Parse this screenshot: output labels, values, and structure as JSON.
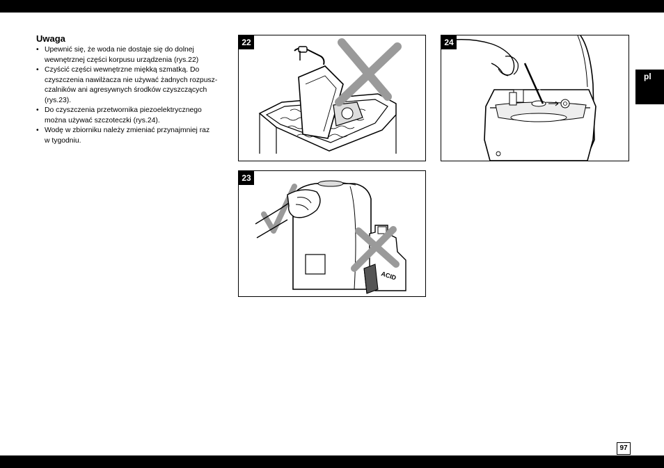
{
  "notes": {
    "heading": "Uwaga",
    "items": [
      {
        "lines": [
          "Upewnić się, że woda nie dostaje się do dolnej",
          "wewnętrznej części korpusu urządzenia (rys.22)"
        ]
      },
      {
        "lines": [
          "Czyścić części wewnętrzne miękką szmatką. Do",
          "czyszczenia nawilżacza nie używać żadnych rozpusz-",
          "czalników ani agresywnych środków czyszczących",
          "(rys.23)."
        ]
      },
      {
        "lines": [
          "Do czyszczenia przetwornika piezoelektrycznego",
          "można używać szczoteczki (rys.24)."
        ]
      },
      {
        "lines": [
          "Wodę w zbiorniku należy zmieniać przynajmniej raz",
          "w tygodniu."
        ]
      }
    ],
    "bullet": "•"
  },
  "figures": {
    "fig22": {
      "number": "22"
    },
    "fig23": {
      "number": "23",
      "bottle_label": "ACID"
    },
    "fig24": {
      "number": "24"
    }
  },
  "lang_tab": "pl",
  "page_number": "97"
}
